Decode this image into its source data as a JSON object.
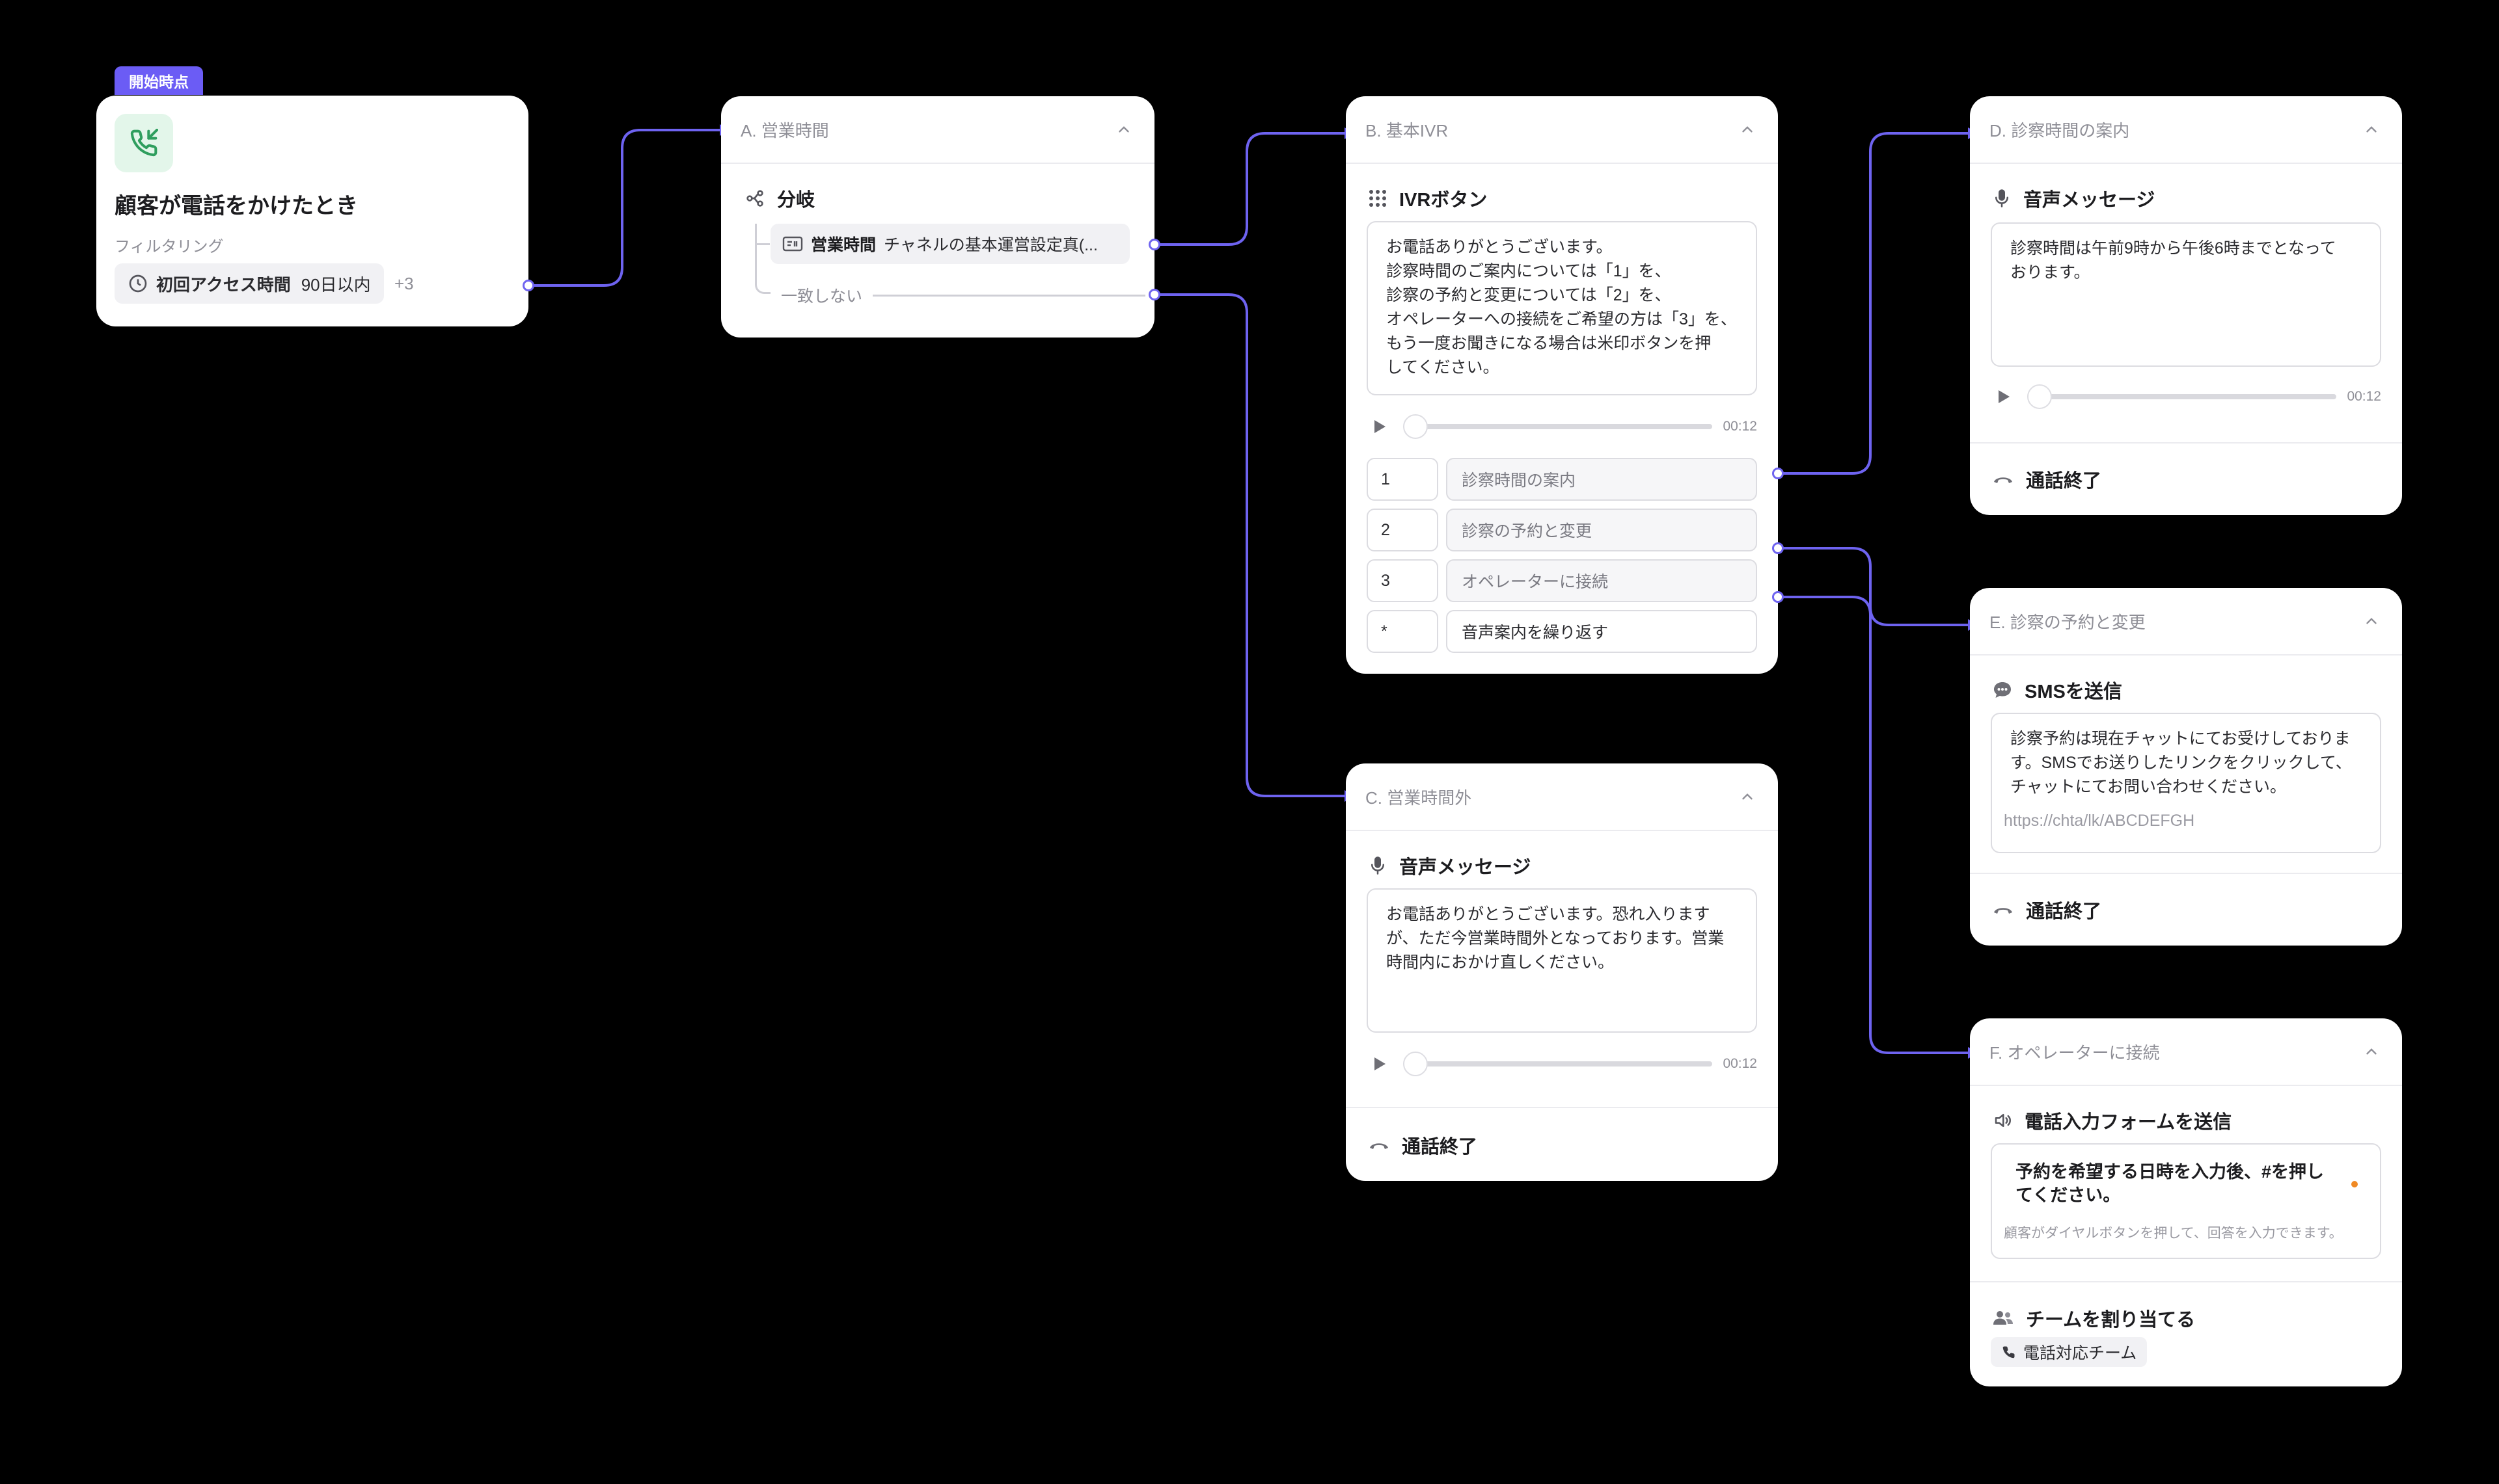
{
  "start": {
    "badge": "開始時点",
    "title": "顧客が電話をかけたとき",
    "filter_label": "フィルタリング",
    "chip_label": "初回アクセス時間",
    "chip_value": "90日以内",
    "more": "+3"
  },
  "cardA": {
    "title": "A. 営業時間",
    "section": "分岐",
    "branch_key": "営業時間",
    "branch_value": "チャネルの基本運営設定真(...",
    "nomatch": "一致しない"
  },
  "cardB": {
    "title": "B. 基本IVR",
    "section": "IVRボタン",
    "message": "お電話ありがとうございます。\n診察時間のご案内については「1」を、\n診察の予約と変更については「2」を、\nオペレーターへの接続をご希望の方は「3」を、\nもう一度お聞きになる場合は米印ボタンを押\nしてください。",
    "duration": "00:12",
    "buttons": [
      {
        "key": "1",
        "label": "診察時間の案内"
      },
      {
        "key": "2",
        "label": "診察の予約と変更"
      },
      {
        "key": "3",
        "label": "オペレーターに接続"
      },
      {
        "key": "*",
        "label": "音声案内を繰り返す"
      }
    ]
  },
  "cardC": {
    "title": "C. 営業時間外",
    "section": "音声メッセージ",
    "message": "お電話ありがとうございます。恐れ入ります\nが、ただ今営業時間外となっております。営業\n時間内におかけ直しください。",
    "duration": "00:12",
    "end": "通話終了"
  },
  "cardD": {
    "title": "D. 診察時間の案内",
    "section": "音声メッセージ",
    "message": "診察時間は午前9時から午後6時までとなって\nおります。",
    "duration": "00:12",
    "end": "通話終了"
  },
  "cardE": {
    "title": "E. 診察の予約と変更",
    "section": "SMSを送信",
    "message": "診察予約は現在チャットにてお受けしておりま\nす。SMSでお送りしたリンクをクリックして、\nチャットにてお問い合わせください。",
    "link": "https://chta/lk/ABCDEFGH",
    "end": "通話終了"
  },
  "cardF": {
    "title": "F. オペレーターに接続",
    "section": "電話入力フォームを送信",
    "form_question": "予約を希望する日時を入力後、#を押し\nてください。",
    "form_hint": "顧客がダイヤルボタンを押して、回答を入力できます。",
    "team_section": "チームを割り当てる",
    "team": "電話対応チーム"
  },
  "colors": {
    "wire": "#6e63f0",
    "badge_bg": "#6b5cf5",
    "phone_icon_bg": "#e3f6ea",
    "phone_icon": "#2f9e5e",
    "required_dot": "#f08a24",
    "background": "#000000"
  },
  "icons": [
    "phone-incoming-icon",
    "clock-icon",
    "branch-icon",
    "condition-icon",
    "grid-icon",
    "microphone-icon",
    "hangup-icon",
    "chat-icon",
    "speaker-icon",
    "people-icon",
    "phone-icon",
    "chevron-up-icon",
    "play-icon"
  ]
}
